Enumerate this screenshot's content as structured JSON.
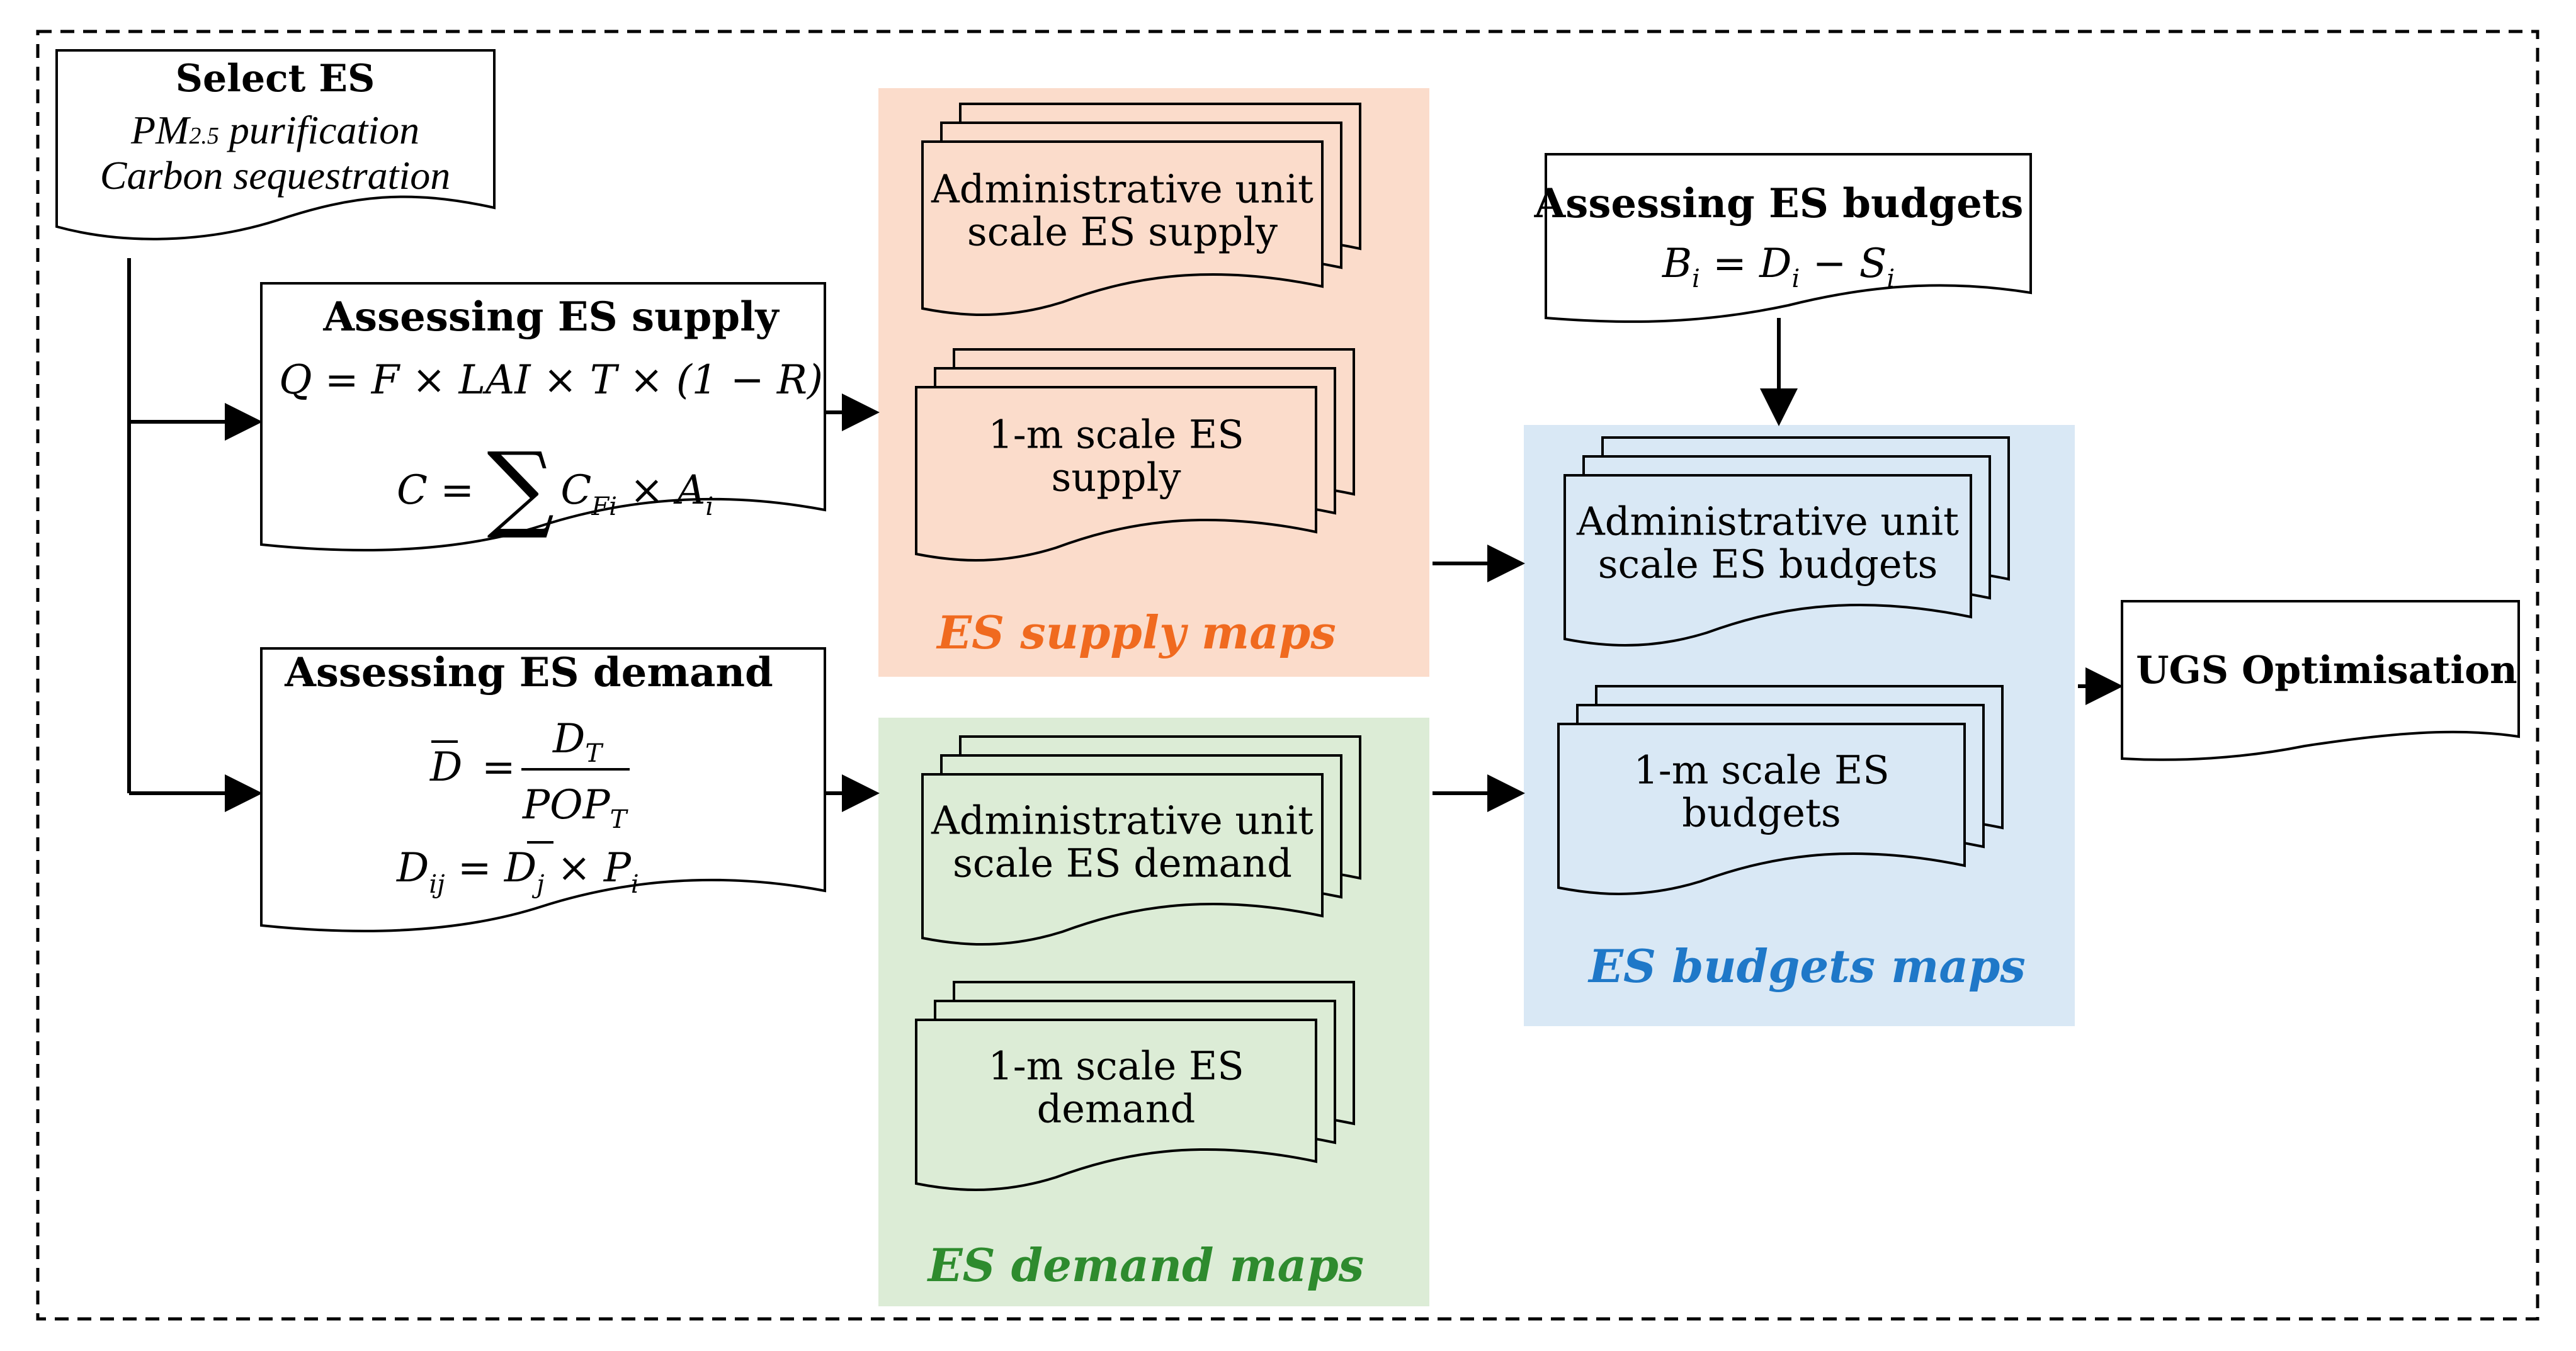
{
  "colors": {
    "supply_bg": "#fbdccb",
    "supply_label": "#f06a1f",
    "demand_bg": "#dcecd6",
    "demand_label": "#2e8b2e",
    "budgets_bg": "#d9e8f5",
    "budgets_label": "#1f78c8",
    "supply_doc": "#fbdccb",
    "demand_doc": "#dcecd6",
    "budgets_doc": "#d9e8f5",
    "line": "#000000"
  },
  "select_es": {
    "title": "Select ES",
    "line1": "PM",
    "line1_sub": "2.5",
    "line1_rest": " purification",
    "line2": "Carbon sequestration"
  },
  "supply_assess": {
    "title": "Assessing ES supply",
    "formula1": "Q = F × LAI × T × (1 − R)",
    "formula2_lhs": "C = ",
    "formula2_sum": "∑",
    "formula2_c": "C",
    "formula2_c_sub": "Fi",
    "formula2_mid": " × A",
    "formula2_a_sub": "i"
  },
  "demand_assess": {
    "title": "Assessing ES demand",
    "dbar": "D",
    "eq": "=",
    "num": "D",
    "num_sub": "T",
    "den": "POP",
    "den_sub": "T",
    "f2_d": "D",
    "f2_d_sub": "ij",
    "f2_eq": " = ",
    "f2_dbar": "D",
    "f2_dbar_sub": "j",
    "f2_times": " × P",
    "f2_p_sub": "i"
  },
  "budgets_assess": {
    "title": "Assessing ES budgets",
    "b": "B",
    "b_sub": "i",
    "eq": " = D",
    "d_sub": "i",
    "minus": " − S",
    "s_sub": "i"
  },
  "supply_maps": {
    "label": "ES supply maps",
    "doc1_line1": "Administrative unit",
    "doc1_line2": "scale ES supply",
    "doc2_line1": "1-m scale ES",
    "doc2_line2": "supply"
  },
  "demand_maps": {
    "label": "ES demand maps",
    "doc1_line1": "Administrative unit",
    "doc1_line2": "scale ES demand",
    "doc2_line1": "1-m scale ES",
    "doc2_line2": "demand"
  },
  "budgets_maps": {
    "label": "ES budgets maps",
    "doc1_line1": "Administrative unit",
    "doc1_line2": "scale ES budgets",
    "doc2_line1": "1-m scale ES",
    "doc2_line2": "budgets"
  },
  "optimisation": {
    "title": "UGS Optimisation"
  }
}
